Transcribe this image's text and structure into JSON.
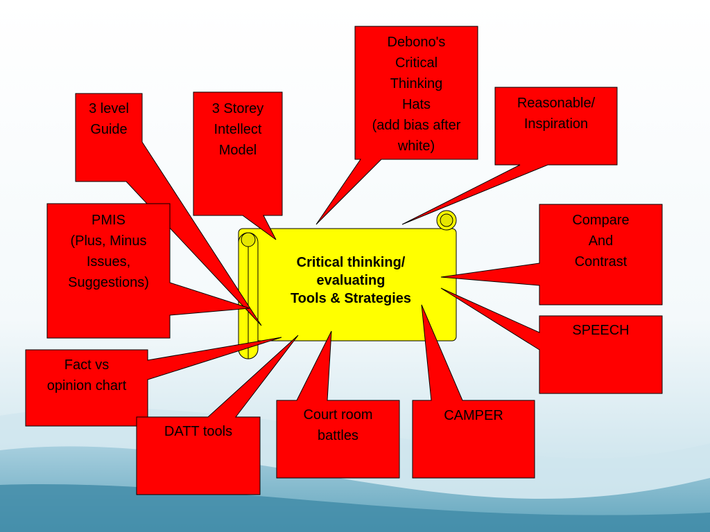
{
  "diagram": {
    "center": {
      "label": "Critical thinking/\nevaluating\nTools & Strategies"
    },
    "callouts": [
      {
        "id": "debono",
        "label": "Debono's\nCritical\nThinking\nHats\n(add bias after\nwhite)"
      },
      {
        "id": "reasonable",
        "label": "Reasonable/\nInspiration"
      },
      {
        "id": "three-level",
        "label": "3 level\nGuide"
      },
      {
        "id": "three-storey",
        "label": "3 Storey\nIntellect\nModel"
      },
      {
        "id": "pmis",
        "label": "PMIS\n(Plus, Minus\nIssues,\nSuggestions)"
      },
      {
        "id": "compare",
        "label": "Compare\nAnd\nContrast"
      },
      {
        "id": "speech",
        "label": "SPEECH"
      },
      {
        "id": "fact",
        "label": "Fact vs\nopinion chart"
      },
      {
        "id": "datt",
        "label": "DATT tools"
      },
      {
        "id": "court",
        "label": "Court room\nbattles"
      },
      {
        "id": "camper",
        "label": "CAMPER"
      }
    ]
  },
  "colors": {
    "callout_fill": "#ff0000",
    "scroll_fill": "#ffff00",
    "background_top": "#ffffff",
    "background_bottom": "#6aaec4"
  }
}
